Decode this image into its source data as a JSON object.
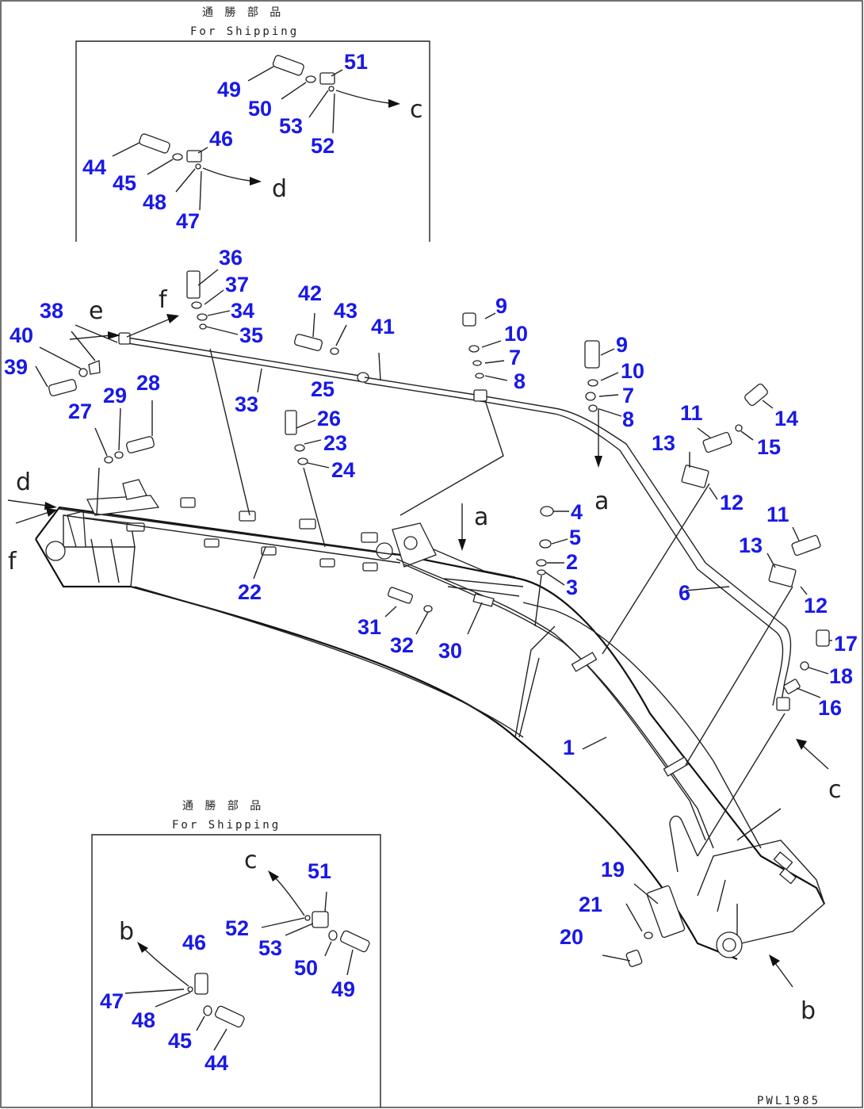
{
  "drawing_code": "PWL1985",
  "shipping_caption": {
    "japanese": "通 勝 部 品",
    "english": "For Shipping"
  },
  "arrow_letters": [
    "a",
    "b",
    "c",
    "d",
    "e",
    "f"
  ],
  "part_numbers": [
    "1",
    "2",
    "3",
    "4",
    "5",
    "6",
    "7",
    "8",
    "9",
    "10",
    "11",
    "12",
    "13",
    "14",
    "15",
    "16",
    "17",
    "18",
    "19",
    "20",
    "21",
    "22",
    "23",
    "24",
    "25",
    "26",
    "27",
    "28",
    "29",
    "30",
    "31",
    "32",
    "33",
    "34",
    "35",
    "36",
    "37",
    "38",
    "39",
    "40",
    "41",
    "42",
    "43",
    "44",
    "45",
    "46",
    "47",
    "48",
    "49",
    "50",
    "51",
    "52",
    "53"
  ],
  "colors": {
    "callout": "#1919e6",
    "line": "#222222",
    "background": "#ffffff"
  }
}
